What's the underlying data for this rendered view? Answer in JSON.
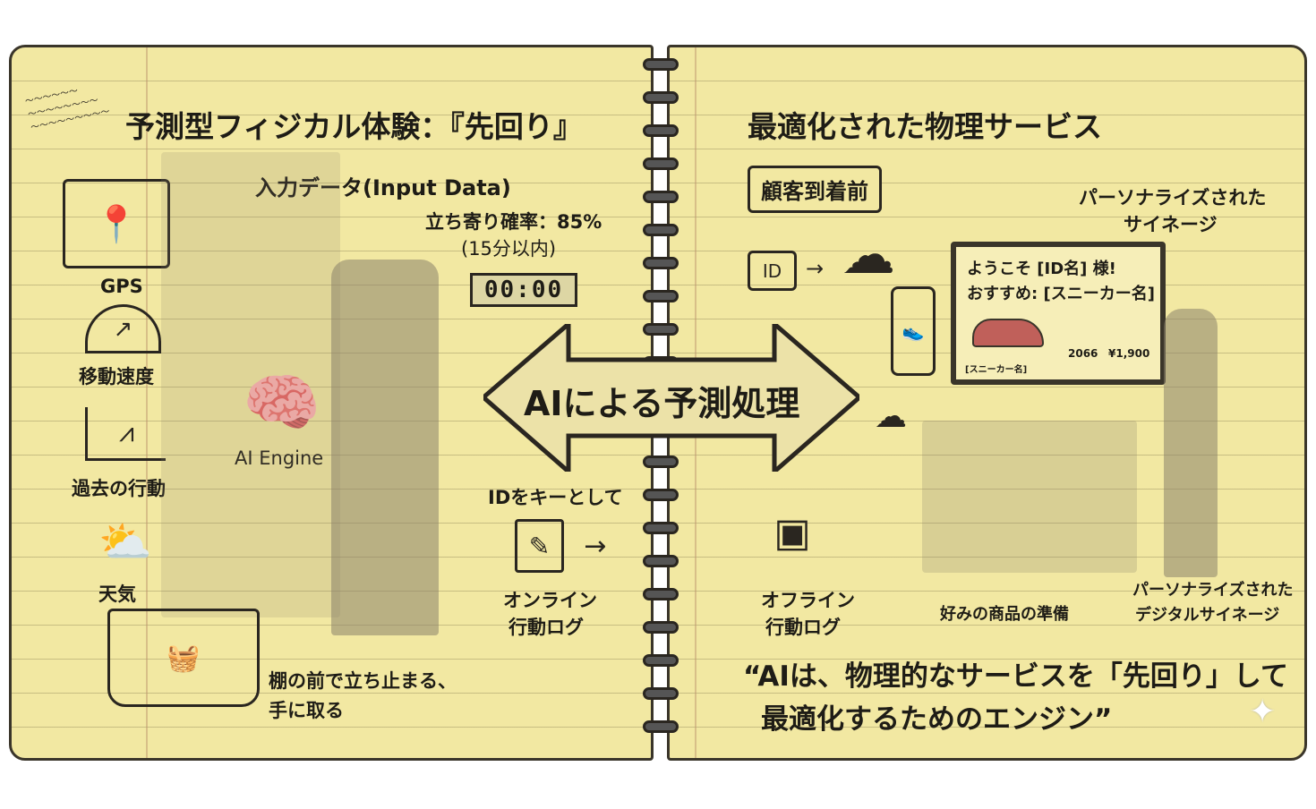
{
  "left_page": {
    "title": "予測型フィジカル体験：『先回り』",
    "input_data": "入力データ(Input Data)",
    "inputs": [
      "GPS",
      "移動速度",
      "過去の行動",
      "天気"
    ],
    "engine": "AI Engine",
    "probability": "立ち寄り確率：85%",
    "within": "(15分以内)",
    "timer": "00:00",
    "action_line1": "棚の前で立ち止まる、",
    "action_line2": "手に取る",
    "id_key": "IDをキーとして",
    "online_log_1": "オンライン",
    "online_log_2": "行動ログ"
  },
  "center_arrow": "AIによる予測処理",
  "right_page": {
    "title": "最適化された物理サービス",
    "before_arrival": "顧客到着前",
    "signage_label_1": "パーソナライズされた",
    "signage_label_2": "サイネージ",
    "signage": {
      "welcome": "ようこそ [ID名] 様!",
      "recommend": "おすすめ: [スニーカー名]",
      "product": "[スニーカー名]",
      "code": "2066",
      "price": "¥1,900"
    },
    "offline_log_1": "オフライン",
    "offline_log_2": "行動ログ",
    "prep": "好みの商品の準備",
    "digital_1": "パーソナライズされた",
    "digital_2": "デジタルサイネージ",
    "quote_1": "“AIは、物理的なサービスを「先回り」して",
    "quote_2": "最適化するためのエンジン”"
  }
}
